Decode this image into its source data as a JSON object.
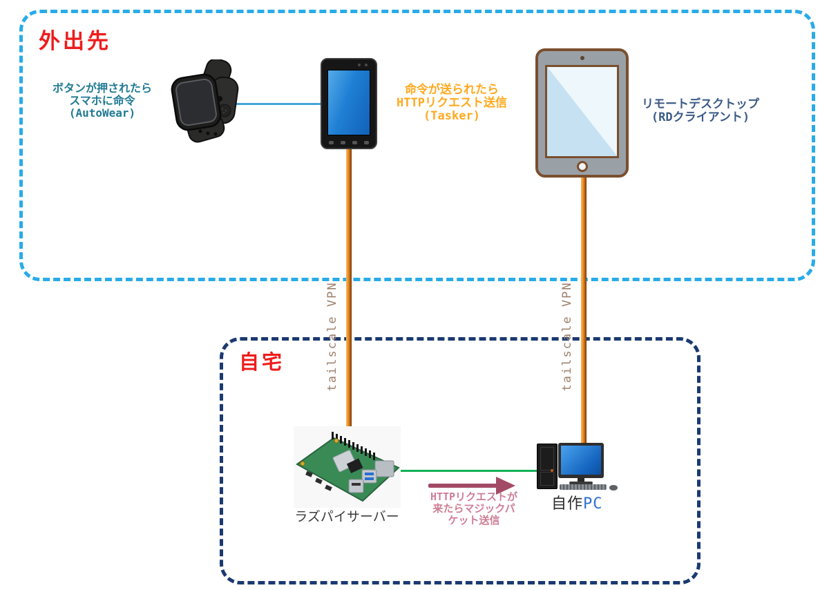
{
  "zones": {
    "outside": {
      "label": "外出先",
      "border_color": "#29abe8",
      "label_color": "#ee1c1c"
    },
    "home": {
      "label": "自宅",
      "border_color": "#1a3a70",
      "label_color": "#ee1c1c"
    }
  },
  "devices": {
    "smartwatch": {
      "caption": [
        "ボタンが押されたら",
        "スマホに命令",
        "(AutoWear)"
      ],
      "caption_color": "#1f7a93"
    },
    "smartphone": {
      "caption": [
        "命令が送られたら",
        "HTTPリクエスト送信",
        "(Tasker)"
      ],
      "caption_color": "#ffa91e"
    },
    "tablet": {
      "caption": [
        "リモートデスクトップ",
        "(RDクライアント)"
      ],
      "caption_color": "#3b5a86"
    },
    "raspberry_pi": {
      "label": "ラズパイサーバー",
      "label_color": "#3a3a3a"
    },
    "pc": {
      "label_main": "自作",
      "label_accent": "PC",
      "accent_color": "#2e6fd0"
    }
  },
  "links": {
    "watch_to_phone": {
      "color": "#45a5dd"
    },
    "phone_to_raspi": {
      "label": "tailscale VPN",
      "color": "#e8871e",
      "label_color": "#9b7f6a"
    },
    "tablet_to_pc": {
      "label": "tailscale VPN",
      "color": "#e8871e",
      "label_color": "#9b7f6a"
    },
    "raspi_to_pc": {
      "color": "#10b055"
    },
    "magic_packet": {
      "caption": [
        "HTTPリクエストが",
        "来たらマジックパ",
        "ケット送信"
      ],
      "caption_color": "#ce7d96",
      "arrow_color": "#a34a66"
    }
  }
}
